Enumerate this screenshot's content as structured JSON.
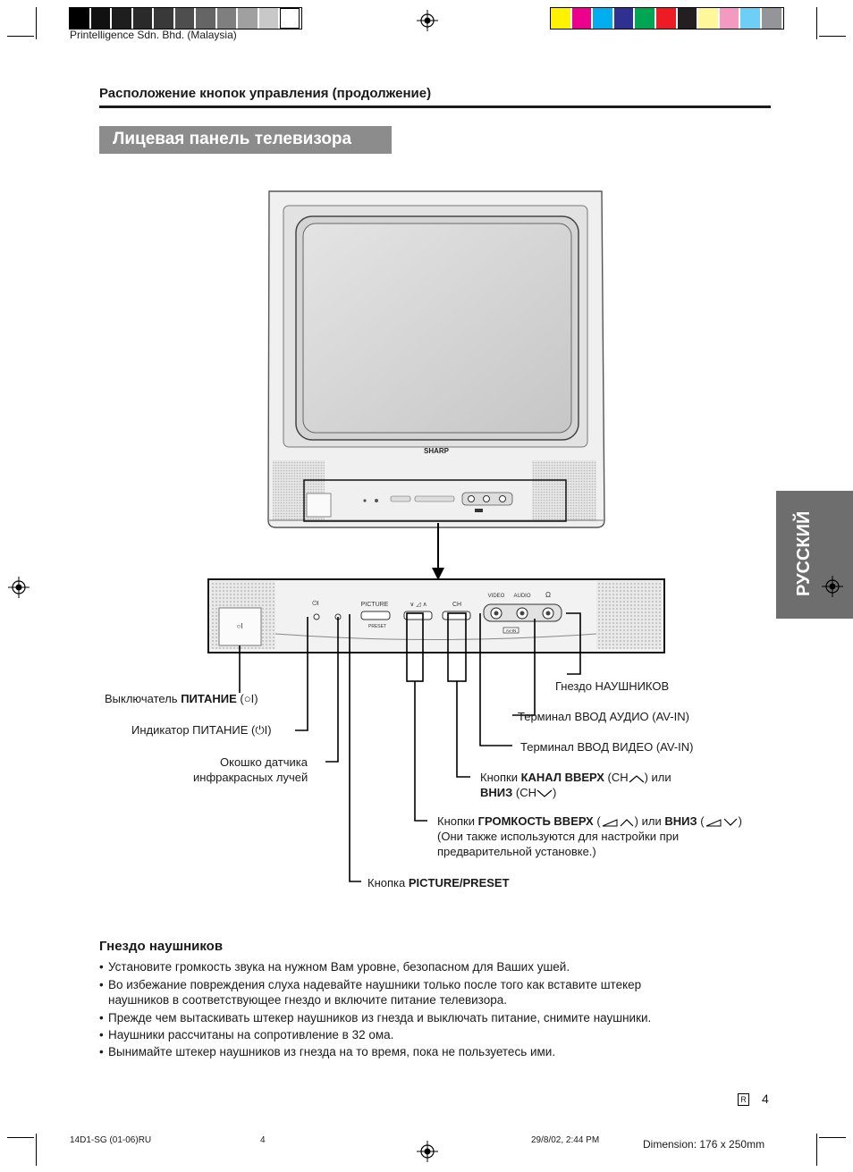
{
  "header": {
    "printer": "Printelligence Sdn. Bhd. (Malaysia)",
    "gray_swatches": [
      "#000000",
      "#111111",
      "#1e1e1e",
      "#2a2a2a",
      "#393939",
      "#4e4e4e",
      "#656565",
      "#7f7f7f",
      "#a0a0a0",
      "#c8c8c8",
      "#ffffff"
    ],
    "color_swatches": [
      "#fff200",
      "#ec008c",
      "#00aeef",
      "#2e3192",
      "#00a651",
      "#ed1c24",
      "#231f20",
      "#fff799",
      "#f49ac1",
      "#6dcff6",
      "#939598"
    ]
  },
  "section_title": "Расположение кнопок управления (продолжение)",
  "subtitle": "Лицевая панель телевизора",
  "side_tab": "РУССКИЙ",
  "tv": {
    "brand": "SHARP",
    "panel": {
      "picture": "PICTURE",
      "preset": "PRESET",
      "ch": "CH",
      "video": "VIDEO",
      "audio": "AUDIO",
      "avin": "AV-IN"
    }
  },
  "labels": {
    "power_switch_pre": "Выключатель ",
    "power_switch_bold": "ПИТАНИЕ",
    "power_switch_post": " (○I)",
    "power_ind": "Индикатор ПИТАНИЕ (⏻I)",
    "ir_line1": "Окошко датчика",
    "ir_line2": "инфракрасных лучей",
    "headphone": "Гнездо НАУШНИКОВ",
    "audio_term": "Терминал ВВОД АУДИО (AV-IN)",
    "video_term": "Терминал ВВОД ВИДЕО (AV-IN)",
    "ch_pre": "Кнопки ",
    "ch_bold1": "КАНАЛ ВВЕРХ",
    "ch_mid": " (CH",
    "ch_post": ") или",
    "ch_bold2": "ВНИЗ",
    "ch_mid2": " (CH",
    "ch_post2": ")",
    "vol_pre": "Кнопки ",
    "vol_bold1": "ГРОМКОСТЬ ВВЕРХ",
    "vol_mid": " (",
    "vol_post": ") или ",
    "vol_bold2": "ВНИЗ",
    "vol_mid2": " (",
    "vol_post2": ")",
    "vol_line2": "(Они также используются для настройки при",
    "vol_line3": "предварительной установке.)",
    "picture_pre": "Кнопка ",
    "picture_bold": "PICTURE/PRESET"
  },
  "headphones_section": {
    "title": "Гнездо наушников",
    "bullets": [
      "Установите громкость звука на нужном Вам уровне, безопасном для Ваших ушей.",
      "Во избежание повреждения слуха надевайте наушники только после того как вставите штекер",
      "наушников в соответствующее гнездо и включите питание телевизора.",
      "Прежде чем вытаскивать штекер наушников из гнезда и выключать питание, снимите наушники.",
      "Наушники рассчитаны на сопротивление в 32 ома.",
      "Вынимайте штекер наушников из гнезда на то время, пока не пользуетесь ими."
    ]
  },
  "footer": {
    "r_mark": "R",
    "page": "4",
    "code": "14D1-SG (01-06)RU",
    "page_small": "4",
    "date": "29/8/02, 2:44 PM",
    "dimension": "Dimension: 176 x 250mm"
  }
}
